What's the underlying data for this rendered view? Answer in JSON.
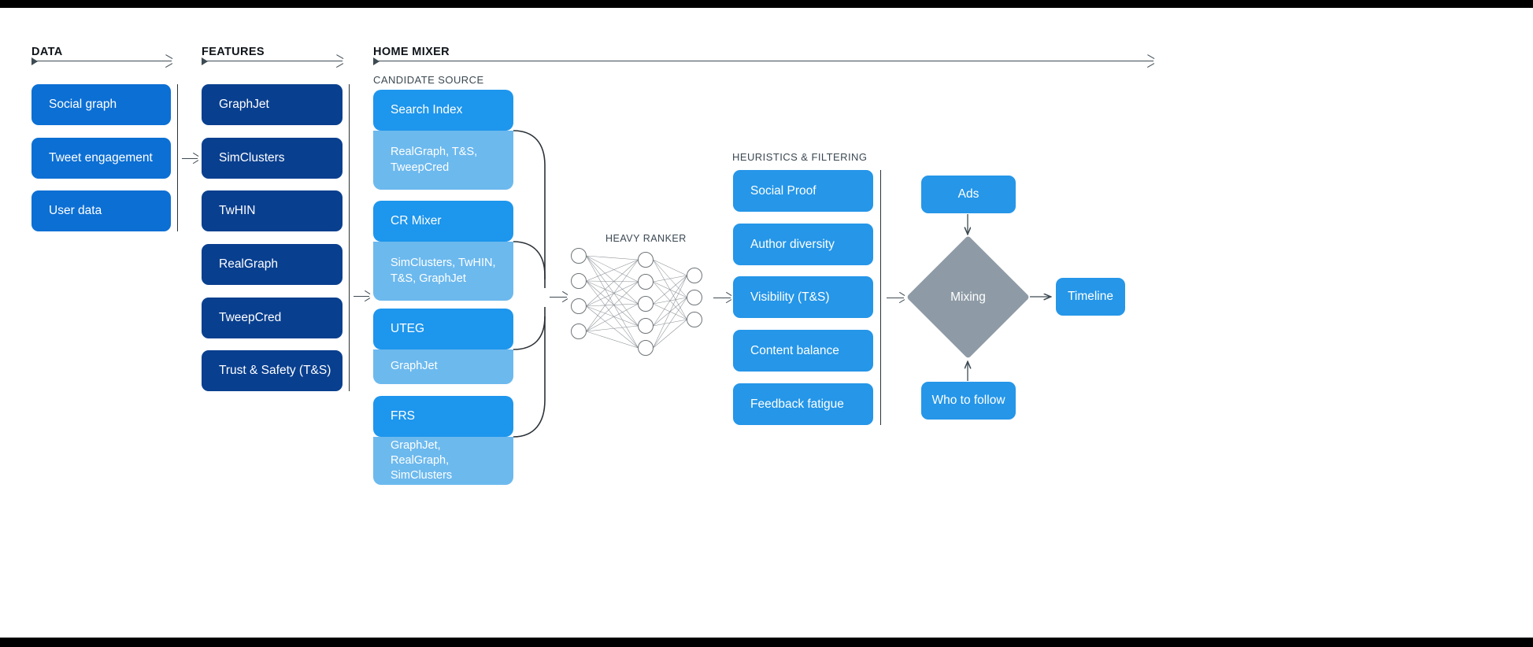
{
  "sections": {
    "data": {
      "title": "DATA"
    },
    "features": {
      "title": "FEATURES"
    },
    "home_mixer": {
      "title": "HOME MIXER"
    },
    "candidate_source": {
      "title": "CANDIDATE SOURCE"
    },
    "heuristics": {
      "title": "HEURISTICS & FILTERING"
    },
    "heavy_ranker": {
      "title": "HEAVY RANKER"
    }
  },
  "data_boxes": [
    {
      "label": "Social graph"
    },
    {
      "label": "Tweet engagement"
    },
    {
      "label": "User data"
    }
  ],
  "feature_boxes": [
    {
      "label": "GraphJet"
    },
    {
      "label": "SimClusters"
    },
    {
      "label": "TwHIN"
    },
    {
      "label": "RealGraph"
    },
    {
      "label": "TweepCred"
    },
    {
      "label": "Trust & Safety (T&S)"
    }
  ],
  "candidate_sources": [
    {
      "name": "Search Index",
      "features": "RealGraph, T&S,\nTweepCred"
    },
    {
      "name": "CR Mixer",
      "features": "SimClusters, TwHIN,\nT&S, GraphJet"
    },
    {
      "name": "UTEG",
      "features": "GraphJet"
    },
    {
      "name": "FRS",
      "features": "GraphJet, RealGraph,\nSimClusters"
    }
  ],
  "heuristic_boxes": [
    {
      "label": "Social Proof"
    },
    {
      "label": "Author diversity"
    },
    {
      "label": "Visibility (T&S)"
    },
    {
      "label": "Content balance"
    },
    {
      "label": "Feedback fatigue"
    }
  ],
  "mixing": {
    "ads_label": "Ads",
    "mixing_label": "Mixing",
    "who_to_follow_label": "Who to follow",
    "timeline_label": "Timeline"
  },
  "neural_net": {
    "input_nodes": 4,
    "hidden_nodes": 5,
    "output_nodes": 3
  },
  "colors": {
    "data_blue": "#0c6fd4",
    "feature_navy": "#093f8f",
    "accent_blue": "#1d96ed",
    "light_blue": "#6cb9ee",
    "heuristic_blue": "#2596e8",
    "mixing_gray": "#8e9ba6",
    "line": "#3d4a52",
    "background": "#ffffff"
  }
}
